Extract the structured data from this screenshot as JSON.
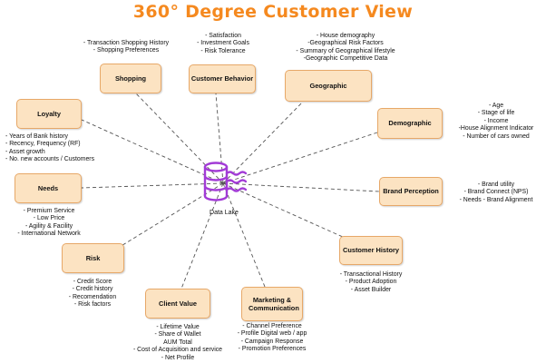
{
  "title": "360° Degree Customer View",
  "hub": {
    "label": "Data Lake",
    "icon": "database-icon",
    "color": "#a23bd6"
  },
  "colors": {
    "node_fill": "#fce3c2",
    "node_border": "#e7a868",
    "title": "#f5891f",
    "connector": "#555555"
  },
  "nodes": [
    {
      "id": "shopping",
      "label": "Shopping",
      "items": [
        "- Transaction Shopping History",
        "- Shopping Preferences"
      ]
    },
    {
      "id": "customer-behavior",
      "label": "Customer Behavior",
      "items": [
        "- Satisfaction",
        "- Investment Goals",
        "- Risk Tolerance"
      ]
    },
    {
      "id": "geographic",
      "label": "Geographic",
      "items": [
        "- House demography",
        "-Geographical Risk Factors",
        "- Summary of Geographical lifestyle",
        "-Geographic Competitive Data"
      ]
    },
    {
      "id": "demographic",
      "label": "Demographic",
      "items": [
        "- Age",
        "- Stage of life",
        "- Income",
        "-House Alignment Indicator",
        "- Number of cars owned"
      ]
    },
    {
      "id": "brand-perception",
      "label": "Brand Perception",
      "items": [
        "- Brand utility",
        "- Brand Connect (NPS)",
        "- Needs - Brand Alignment"
      ]
    },
    {
      "id": "customer-history",
      "label": "Customer History",
      "items": [
        "- Transactional History",
        "- Product Adoption",
        "- Asset Builder"
      ]
    },
    {
      "id": "marketing-communication",
      "label": "Marketing & Communication",
      "items": [
        "- Channel Preference",
        "- Profile Digital web / app",
        "- Campaign Response",
        "- Promotion Preferences"
      ]
    },
    {
      "id": "client-value",
      "label": "Client Value",
      "items": [
        "- Lifetime Value",
        "- Share of Wallet",
        "AUM Total",
        "- Cost of Acquisition and service",
        "- Net Profile"
      ]
    },
    {
      "id": "risk",
      "label": "Risk",
      "items": [
        "- Credit Score",
        "- Credit history",
        "- Recomendation",
        "- Risk factors"
      ]
    },
    {
      "id": "needs",
      "label": "Needs",
      "items": [
        "- Premium Service",
        "- Low Price",
        "- Agility & Facility",
        "- International Network"
      ]
    },
    {
      "id": "loyalty",
      "label": "Loyalty",
      "items": [
        "- Years of Bank history",
        "- Recency, Frequency (RF)",
        "- Asset growth",
        "- No. new accounts / Customers"
      ]
    }
  ]
}
